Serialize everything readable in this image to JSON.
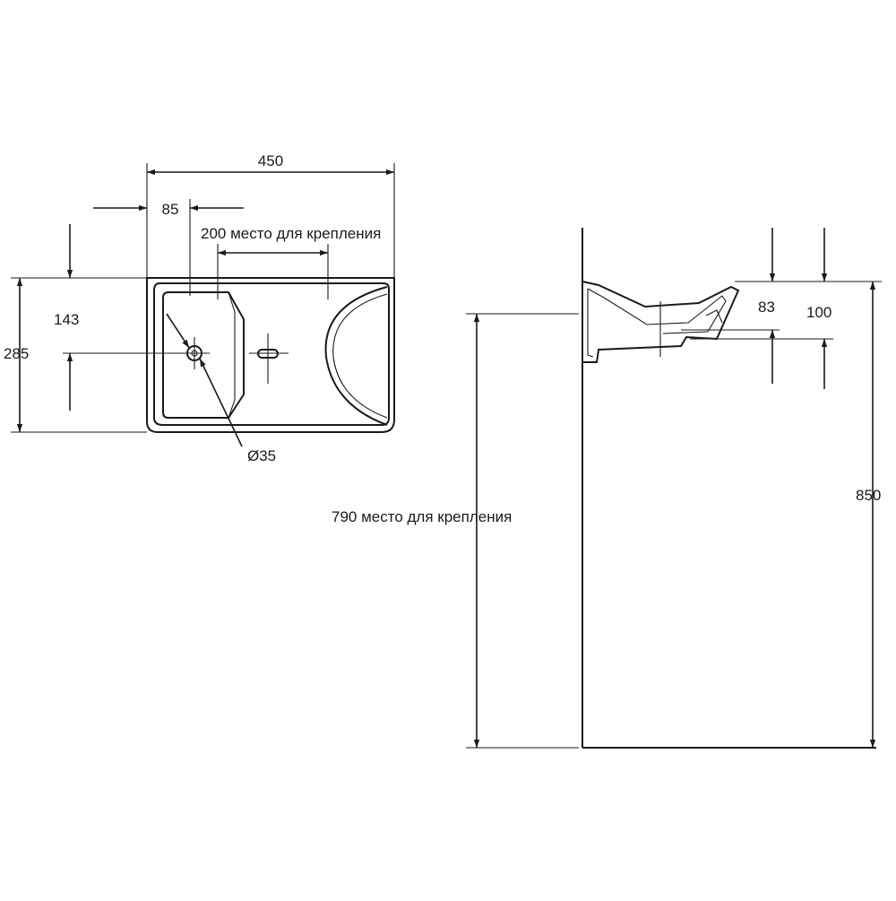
{
  "top_view": {
    "width_label": "450",
    "offset_label": "85",
    "mount_width_label": "200 место для крепления",
    "depth_label": "285",
    "half_depth_label": "143",
    "drain_label": "Ø35"
  },
  "side_view": {
    "mount_height_label": "790 место для крепления",
    "total_height_label": "850",
    "bowl_depth_label": "83",
    "height_label": "100"
  }
}
